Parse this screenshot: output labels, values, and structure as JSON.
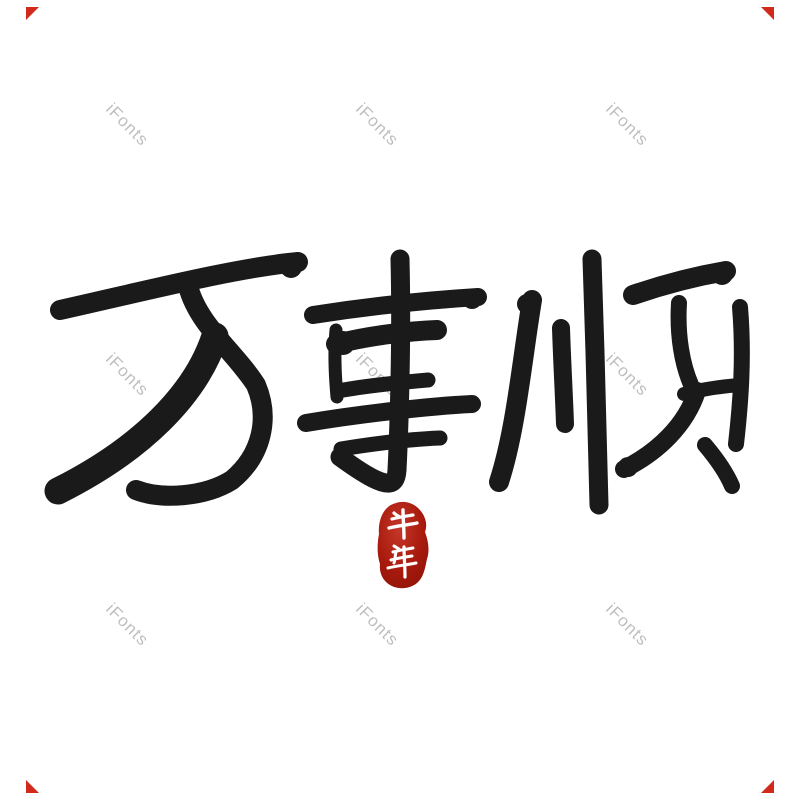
{
  "page": {
    "background": "#ffffff"
  },
  "artwork": {
    "phrase": "万事顺",
    "characters": [
      {
        "glyph": "万",
        "name": "wan"
      },
      {
        "glyph": "事",
        "name": "shi"
      },
      {
        "glyph": "顺",
        "name": "shun"
      }
    ],
    "ink_color": "#1a1a1a",
    "seal": {
      "phrase": "牛年",
      "characters": [
        {
          "glyph": "牛",
          "name": "niu"
        },
        {
          "glyph": "年",
          "name": "nian"
        }
      ],
      "fill_color": "#a81a0d",
      "fill_light": "#c53728",
      "fill_dark": "#8a1208",
      "text_color": "#ffffff"
    }
  },
  "watermark": {
    "text": "iFonts",
    "color": "rgba(0,0,0,0.26)",
    "rotation_deg": 45,
    "grid": {
      "x_centers": [
        127,
        377,
        627
      ],
      "y_centers": [
        125,
        375,
        625
      ]
    }
  },
  "corner_marks": {
    "color": "#d2291d",
    "count": 4,
    "positions": [
      "top-left",
      "top-right",
      "bottom-left",
      "bottom-right"
    ]
  }
}
